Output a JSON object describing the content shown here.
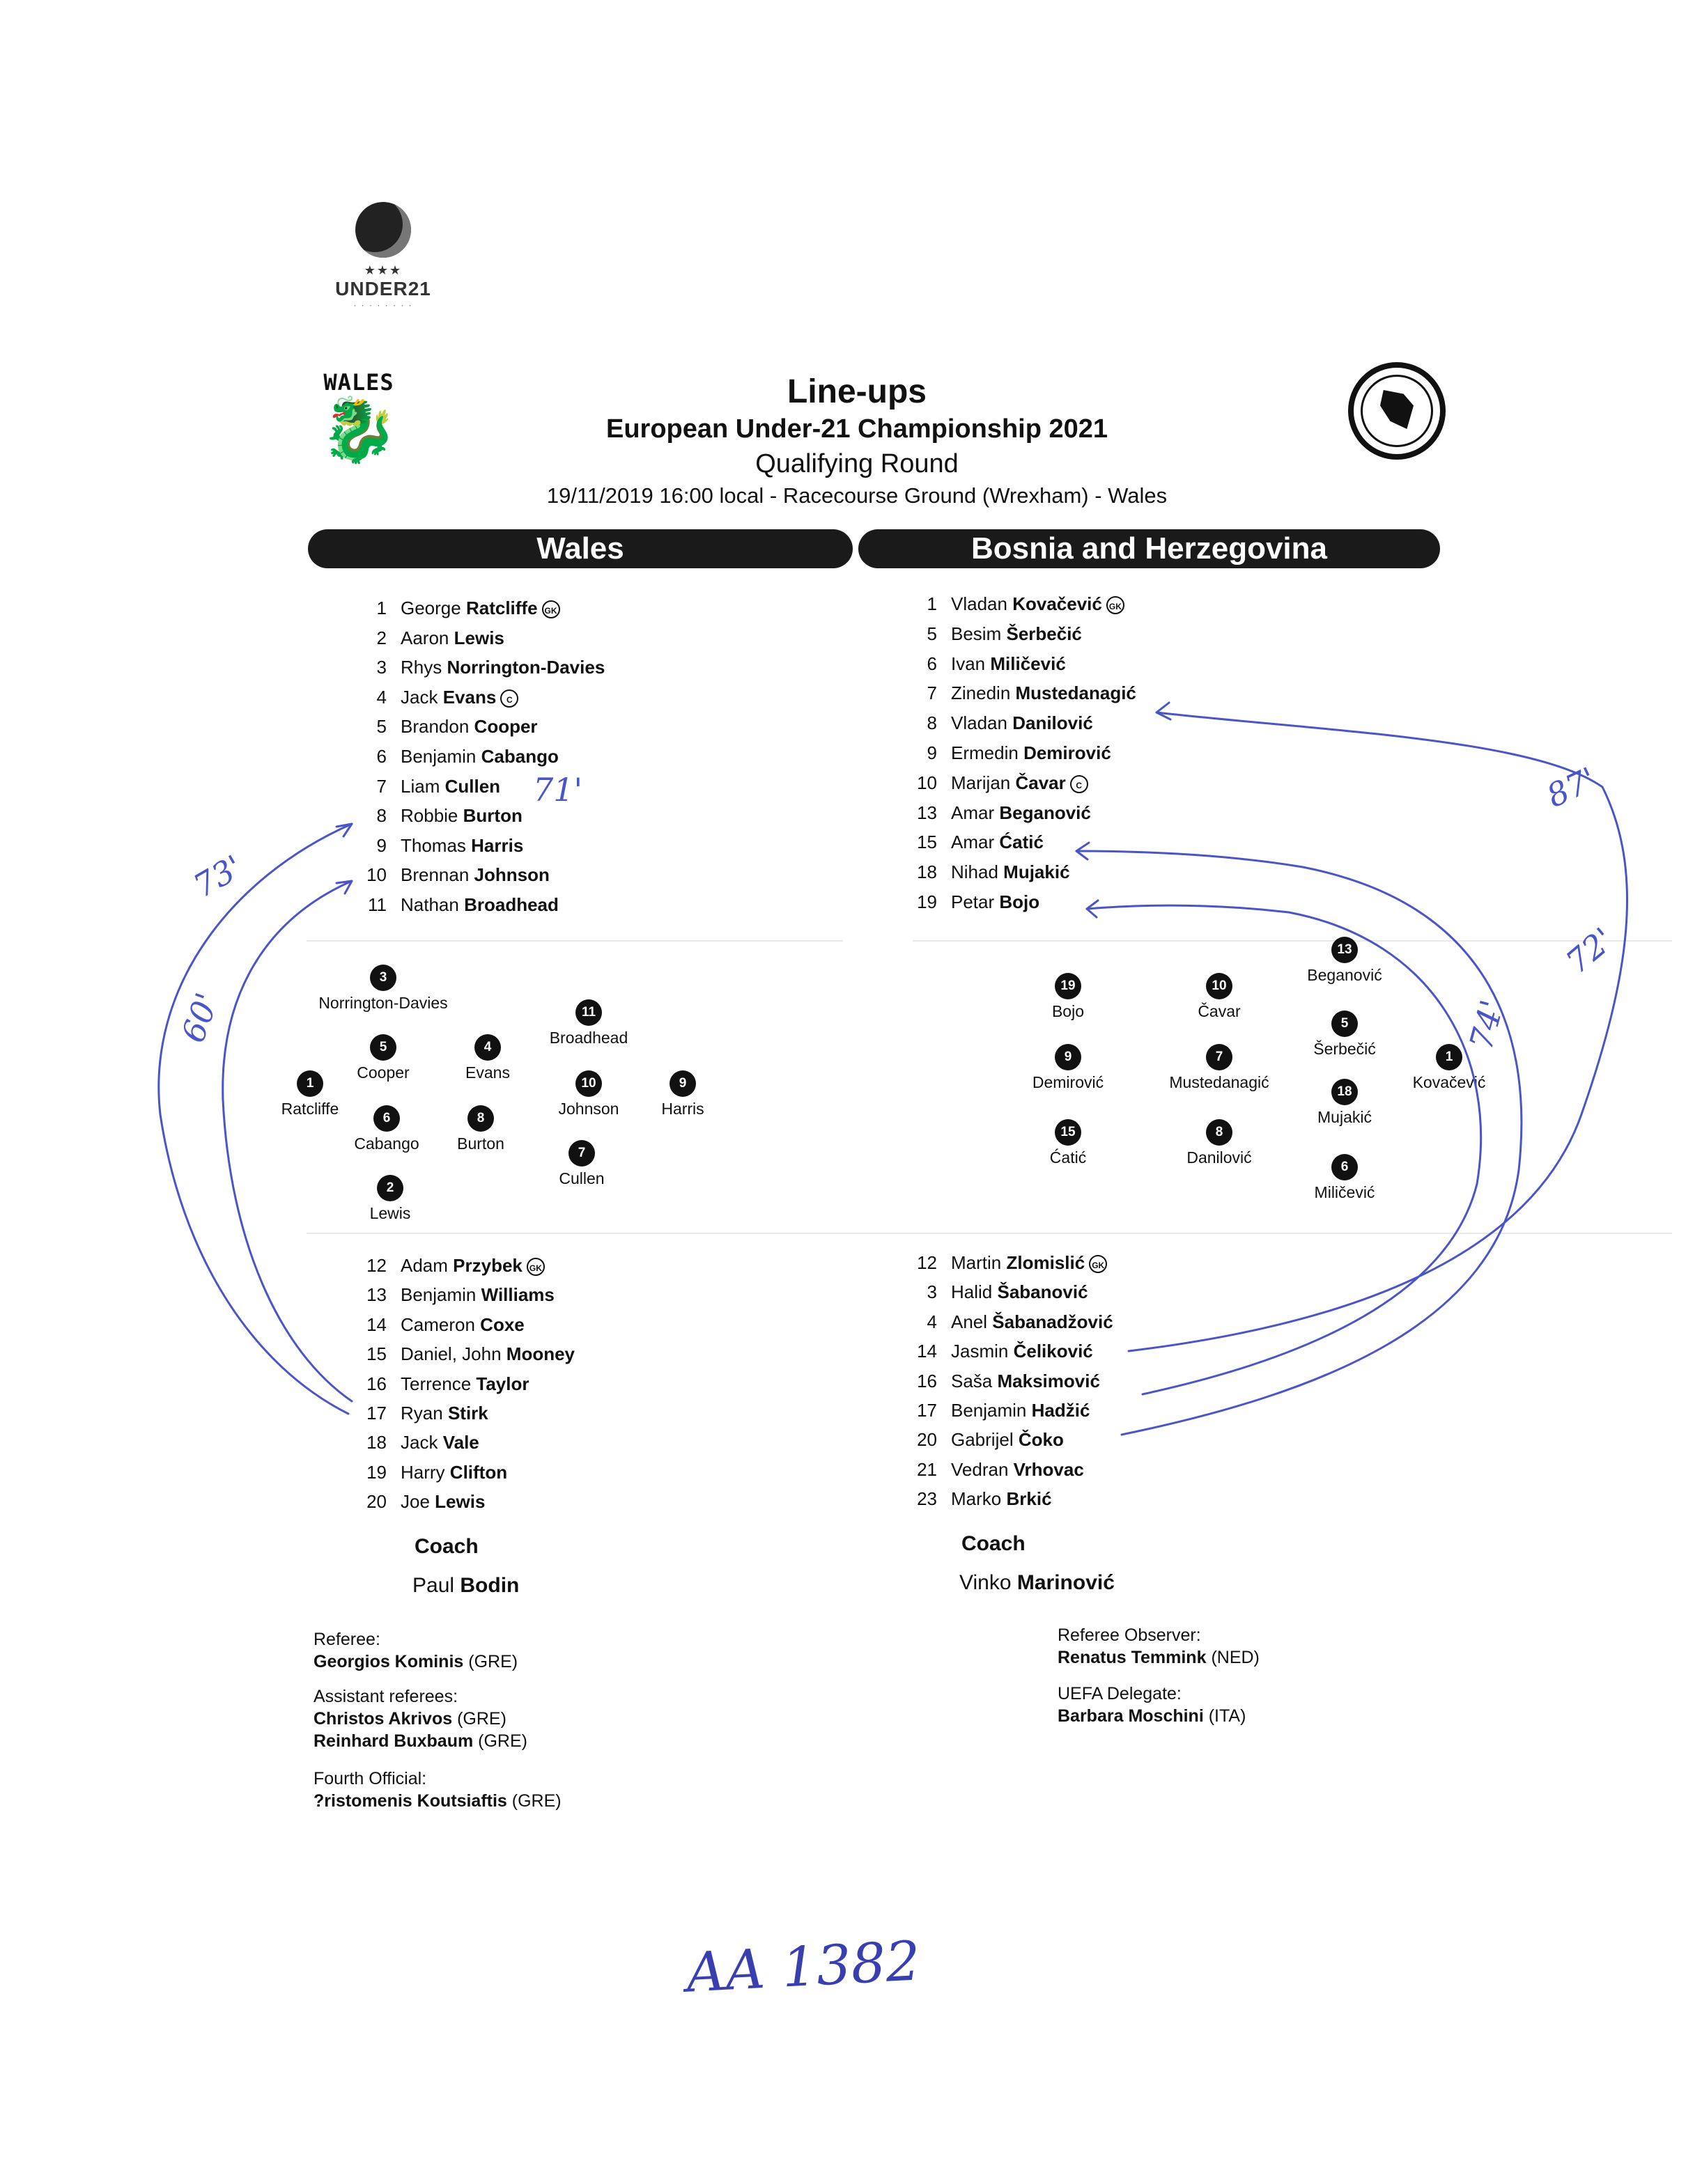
{
  "logos": {
    "uefa_word": "UNDER21",
    "wales_word": "WALES"
  },
  "header": {
    "title": "Line-ups",
    "competition": "European Under-21 Championship 2021",
    "round": "Qualifying Round",
    "details": "19/11/2019 16:00 local - Racecourse Ground (Wrexham) - Wales"
  },
  "home": {
    "team": "Wales",
    "starters": [
      {
        "num": "1",
        "first": "George",
        "last": "Ratcliffe",
        "badge": "GK"
      },
      {
        "num": "2",
        "first": "Aaron",
        "last": "Lewis",
        "badge": ""
      },
      {
        "num": "3",
        "first": "Rhys",
        "last": "Norrington-Davies",
        "badge": ""
      },
      {
        "num": "4",
        "first": "Jack",
        "last": "Evans",
        "badge": "C"
      },
      {
        "num": "5",
        "first": "Brandon",
        "last": "Cooper",
        "badge": ""
      },
      {
        "num": "6",
        "first": "Benjamin",
        "last": "Cabango",
        "badge": ""
      },
      {
        "num": "7",
        "first": "Liam",
        "last": "Cullen",
        "badge": ""
      },
      {
        "num": "8",
        "first": "Robbie",
        "last": "Burton",
        "badge": ""
      },
      {
        "num": "9",
        "first": "Thomas",
        "last": "Harris",
        "badge": ""
      },
      {
        "num": "10",
        "first": "Brennan",
        "last": "Johnson",
        "badge": ""
      },
      {
        "num": "11",
        "first": "Nathan",
        "last": "Broadhead",
        "badge": ""
      }
    ],
    "formation": [
      {
        "num": "3",
        "name": "Norrington-Davies"
      },
      {
        "num": "11",
        "name": "Broadhead"
      },
      {
        "num": "5",
        "name": "Cooper"
      },
      {
        "num": "4",
        "name": "Evans"
      },
      {
        "num": "1",
        "name": "Ratcliffe"
      },
      {
        "num": "10",
        "name": "Johnson"
      },
      {
        "num": "9",
        "name": "Harris"
      },
      {
        "num": "6",
        "name": "Cabango"
      },
      {
        "num": "8",
        "name": "Burton"
      },
      {
        "num": "7",
        "name": "Cullen"
      },
      {
        "num": "2",
        "name": "Lewis"
      }
    ],
    "subs": [
      {
        "num": "12",
        "first": "Adam",
        "last": "Przybek",
        "badge": "GK"
      },
      {
        "num": "13",
        "first": "Benjamin",
        "last": "Williams",
        "badge": ""
      },
      {
        "num": "14",
        "first": "Cameron",
        "last": "Coxe",
        "badge": ""
      },
      {
        "num": "15",
        "first": "Daniel, John",
        "last": "Mooney",
        "badge": ""
      },
      {
        "num": "16",
        "first": "Terrence",
        "last": "Taylor",
        "badge": ""
      },
      {
        "num": "17",
        "first": "Ryan",
        "last": "Stirk",
        "badge": ""
      },
      {
        "num": "18",
        "first": "Jack",
        "last": "Vale",
        "badge": ""
      },
      {
        "num": "19",
        "first": "Harry",
        "last": "Clifton",
        "badge": ""
      },
      {
        "num": "20",
        "first": "Joe",
        "last": "Lewis",
        "badge": ""
      }
    ],
    "coach_label": "Coach",
    "coach_first": "Paul",
    "coach_last": "Bodin"
  },
  "away": {
    "team": "Bosnia and Herzegovina",
    "starters": [
      {
        "num": "1",
        "first": "Vladan",
        "last": "Kovačević",
        "badge": "GK"
      },
      {
        "num": "5",
        "first": "Besim",
        "last": "Šerbečić",
        "badge": ""
      },
      {
        "num": "6",
        "first": "Ivan",
        "last": "Miličević",
        "badge": ""
      },
      {
        "num": "7",
        "first": "Zinedin",
        "last": "Mustedanagić",
        "badge": ""
      },
      {
        "num": "8",
        "first": "Vladan",
        "last": "Danilović",
        "badge": ""
      },
      {
        "num": "9",
        "first": "Ermedin",
        "last": "Demirović",
        "badge": ""
      },
      {
        "num": "10",
        "first": "Marijan",
        "last": "Čavar",
        "badge": "C"
      },
      {
        "num": "13",
        "first": "Amar",
        "last": "Beganović",
        "badge": ""
      },
      {
        "num": "15",
        "first": "Amar",
        "last": "Ćatić",
        "badge": ""
      },
      {
        "num": "18",
        "first": "Nihad",
        "last": "Mujakić",
        "badge": ""
      },
      {
        "num": "19",
        "first": "Petar",
        "last": "Bojo",
        "badge": ""
      }
    ],
    "formation": [
      {
        "num": "13",
        "name": "Beganović"
      },
      {
        "num": "19",
        "name": "Bojo"
      },
      {
        "num": "10",
        "name": "Čavar"
      },
      {
        "num": "5",
        "name": "Šerbečić"
      },
      {
        "num": "9",
        "name": "Demirović"
      },
      {
        "num": "7",
        "name": "Mustedanagić"
      },
      {
        "num": "1",
        "name": "Kovačević"
      },
      {
        "num": "18",
        "name": "Mujakić"
      },
      {
        "num": "15",
        "name": "Ćatić"
      },
      {
        "num": "8",
        "name": "Danilović"
      },
      {
        "num": "6",
        "name": "Miličević"
      }
    ],
    "subs": [
      {
        "num": "12",
        "first": "Martin",
        "last": "Zlomislić",
        "badge": "GK"
      },
      {
        "num": "3",
        "first": "Halid",
        "last": "Šabanović",
        "badge": ""
      },
      {
        "num": "4",
        "first": "Anel",
        "last": "Šabanadžović",
        "badge": ""
      },
      {
        "num": "14",
        "first": "Jasmin",
        "last": "Čeliković",
        "badge": ""
      },
      {
        "num": "16",
        "first": "Saša",
        "last": "Maksimović",
        "badge": ""
      },
      {
        "num": "17",
        "first": "Benjamin",
        "last": "Hadžić",
        "badge": ""
      },
      {
        "num": "20",
        "first": "Gabrijel",
        "last": "Čoko",
        "badge": ""
      },
      {
        "num": "21",
        "first": "Vedran",
        "last": "Vrhovac",
        "badge": ""
      },
      {
        "num": "23",
        "first": "Marko",
        "last": "Brkić",
        "badge": ""
      }
    ],
    "coach_label": "Coach",
    "coach_first": "Vinko",
    "coach_last": "Marinović"
  },
  "officials": {
    "referee_label": "Referee:",
    "referee_name": "Georgios Kominis",
    "referee_nat": "(GRE)",
    "assistants_label": "Assistant referees:",
    "assistant1_name": "Christos Akrivos",
    "assistant1_nat": "(GRE)",
    "assistant2_name": "Reinhard Buxbaum",
    "assistant2_nat": "(GRE)",
    "fourth_label": "Fourth Official:",
    "fourth_name": "?ristomenis Koutsiaftis",
    "fourth_nat": "(GRE)",
    "observer_label": "Referee Observer:",
    "observer_name": "Renatus Temmink",
    "observer_nat": "(NED)",
    "delegate_label": "UEFA Delegate:",
    "delegate_name": "Barbara Moschini",
    "delegate_nat": "(ITA)"
  },
  "handwriting": {
    "stamp": "AA 1382",
    "notes": [
      "71'",
      "73'",
      "60'",
      "87'",
      "72'",
      "74'"
    ]
  },
  "colors": {
    "ink": "#4a55c8",
    "bar": "#1a1a1a"
  }
}
